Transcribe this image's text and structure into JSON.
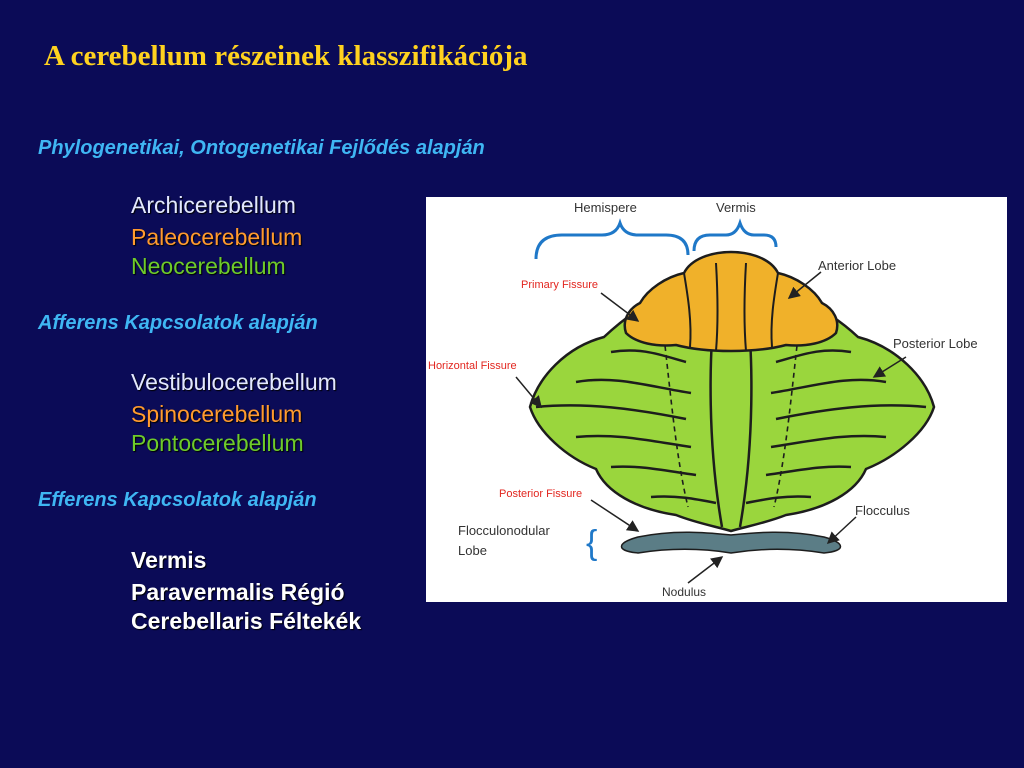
{
  "title": "A cerebellum részeinek klasszifikációja",
  "sections": [
    {
      "heading": "Phylogenetikai, Ontogenetikai Fejlődés alapján",
      "items": [
        "Archicerebellum",
        "Paleocerebellum",
        "Neocerebellum"
      ]
    },
    {
      "heading": "Afferens Kapcsolatok alapján",
      "items": [
        "Vestibulocerebellum",
        "Spinocerebellum",
        "Pontocerebellum"
      ]
    },
    {
      "heading": "Efferens Kapcsolatok alapján",
      "items": [
        "Vermis",
        "Paravermalis Régió",
        "Cerebellaris Féltekék"
      ]
    }
  ],
  "figure": {
    "labels": {
      "hemisphere": "Hemispere",
      "vermis": "Vermis",
      "anterior_lobe": "Anterior Lobe",
      "primary_fissure": "Primary Fissure",
      "posterior_lobe": "Posterior Lobe",
      "horizontal_fissure": "Horizontal Fissure",
      "posterior_fissure": "Posterior Fissure",
      "flocculonodular_1": "Flocculonodular",
      "flocculonodular_2": "Lobe",
      "flocculus": "Flocculus",
      "nodulus": "Nodulus"
    },
    "colors": {
      "anterior": "#f0b12a",
      "posterior": "#9ad63d",
      "flocculonodular": "#5b7d86",
      "fissure_label": "#e2261f",
      "bracket": "#1f78c8"
    }
  }
}
